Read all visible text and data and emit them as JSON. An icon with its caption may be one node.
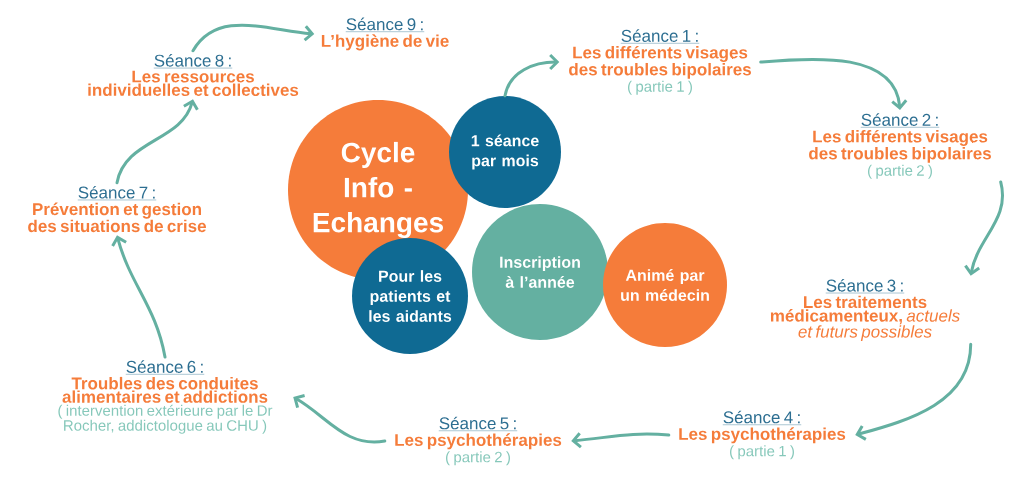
{
  "diagram": {
    "nodes": [
      {
        "text": [
          "Cycle Info - Echanges"
        ]
      },
      {
        "text": [
          "1 séance par mois"
        ]
      },
      {
        "text": [
          "Pour les patients et les aidants"
        ]
      },
      {
        "text": [
          "Inscription à l’année"
        ]
      },
      {
        "text": [
          "Animé par un médecin"
        ]
      },
      {
        "text": [
          "Séance 1 :",
          "Les différents visages des troubles bipolaires",
          "( partie 1 )"
        ]
      },
      {
        "text": [
          "Séance 2 :",
          "Les différents visages des troubles bipolaires",
          "( partie 2 )"
        ]
      },
      {
        "text": [
          "Séance 3 :",
          "**Les traitements médicamenteux,** *actuels et futurs possibles*"
        ]
      },
      {
        "text": [
          "Séance 4 :",
          "Les psychothérapies",
          "( partie 1 )"
        ]
      },
      {
        "text": [
          "Séance 5 :",
          "Les psychothérapies",
          "( partie 2 )"
        ]
      },
      {
        "text": [
          "Séance 6 :",
          "Troubles des conduites alimentaires et addictions",
          "( intervention extérieure par le Dr Rocher, addictologue au CHU )"
        ]
      },
      {
        "text": [
          "Séance 7 :",
          "Prévention et gestion des situations de crise"
        ]
      },
      {
        "text": [
          "Séance 8 :",
          "Les ressources individuelles et collectives"
        ]
      },
      {
        "text": [
          "Séance 9 :",
          "L’hygiène de vie"
        ]
      }
    ],
    "edges": [
      {
        "from": 1,
        "to": 5,
        "arrow": "to"
      },
      {
        "from": 5,
        "to": 6,
        "arrow": "to"
      },
      {
        "from": 6,
        "to": 7,
        "arrow": "to"
      },
      {
        "from": 7,
        "to": 8,
        "arrow": "to"
      },
      {
        "from": 8,
        "to": 9,
        "arrow": "to"
      },
      {
        "from": 9,
        "to": 10,
        "arrow": "to"
      },
      {
        "from": 10,
        "to": 11,
        "arrow": "to"
      },
      {
        "from": 11,
        "to": 12,
        "arrow": "to"
      },
      {
        "from": 12,
        "to": 13,
        "arrow": "to"
      }
    ]
  }
}
